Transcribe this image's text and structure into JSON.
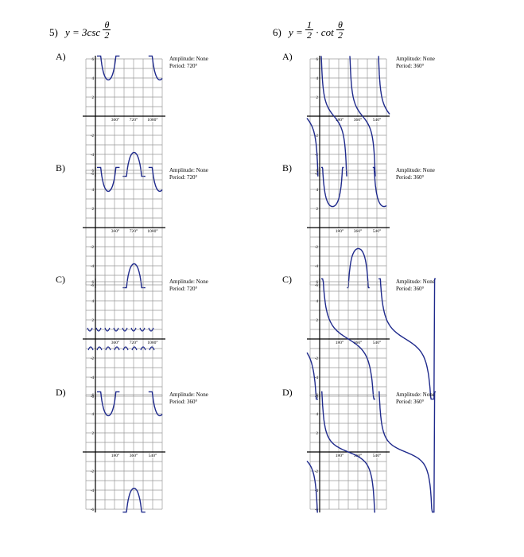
{
  "questions": [
    {
      "number": "5)",
      "lhs": "y = 3csc",
      "frac_num": "θ",
      "frac_den": "2",
      "options": [
        {
          "label": "A)",
          "amplitude": "Amplitude: None",
          "period": "Period: 720°",
          "ticks": [
            "360°",
            "720°",
            "1080°"
          ]
        },
        {
          "label": "B)",
          "amplitude": "Amplitude: None",
          "period": "Period: 720°",
          "ticks": [
            "360°",
            "720°",
            "1080°"
          ]
        },
        {
          "label": "C)",
          "amplitude": "Amplitude: None",
          "period": "Period: 720°",
          "ticks": [
            "360°",
            "720°",
            "1080°"
          ]
        },
        {
          "label": "D)",
          "amplitude": "Amplitude: None",
          "period": "Period: 360°",
          "ticks": [
            "180°",
            "360°",
            "540°"
          ]
        }
      ]
    },
    {
      "number": "6)",
      "lhs": "y =",
      "frac1_num": "1",
      "frac1_den": "2",
      "mid": "· cot",
      "frac_num": "θ",
      "frac_den": "2",
      "options": [
        {
          "label": "A)",
          "amplitude": "Amplitude: None",
          "period": "Period: 360°",
          "ticks": [
            "180°",
            "360°",
            "540°"
          ]
        },
        {
          "label": "B)",
          "amplitude": "Amplitude: None",
          "period": "Period: 360°",
          "ticks": [
            "180°",
            "360°",
            "540°"
          ]
        },
        {
          "label": "C)",
          "amplitude": "Amplitude: None",
          "period": "Period: 360°",
          "ticks": [
            "180°",
            "360°",
            "540°"
          ]
        },
        {
          "label": "D)",
          "amplitude": "Amplitude: None",
          "period": "Period: 360°",
          "ticks": [
            "180°",
            "360°",
            "540°"
          ]
        }
      ]
    }
  ],
  "y_tick_labels": [
    "6",
    "4",
    "2",
    "-2",
    "-4",
    "-6"
  ],
  "colors": {
    "curve": "#1f2a8c",
    "grid": "#9a9a9a",
    "axis": "#000000"
  }
}
